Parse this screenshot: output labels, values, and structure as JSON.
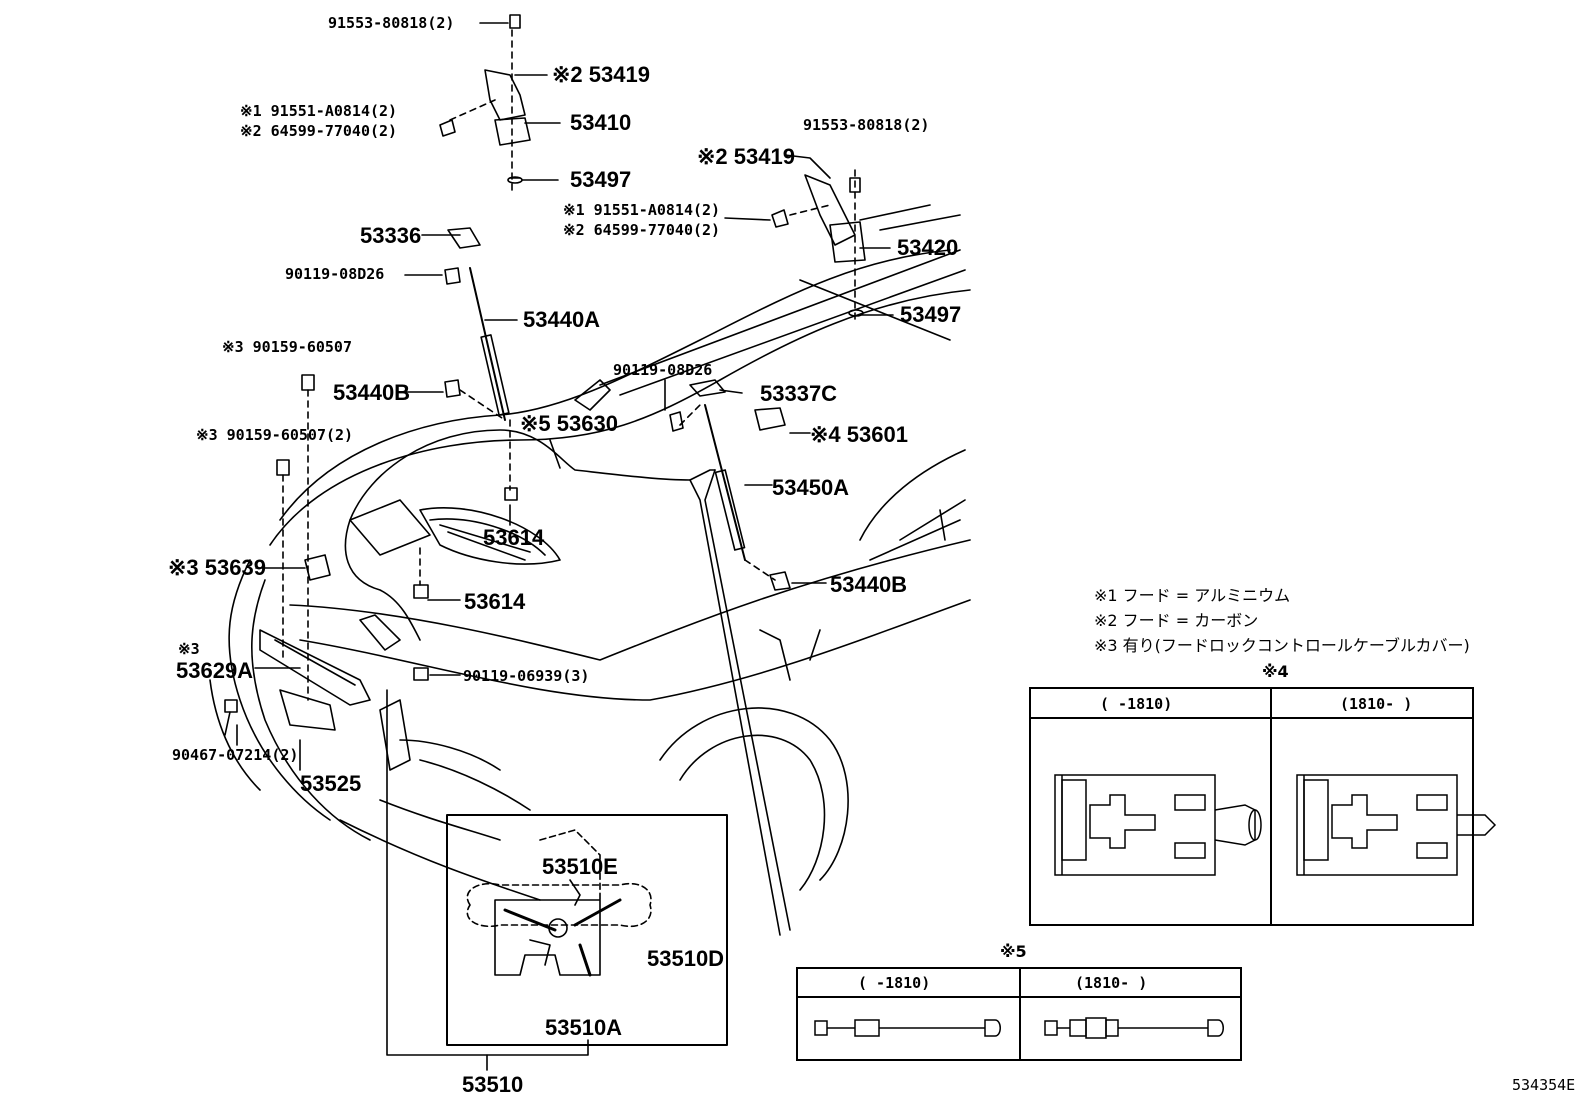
{
  "diagram_id": "534354E",
  "callouts": {
    "c1": "91553-80818(2)",
    "c2": "※2 53419",
    "c3a": "※1 91551-A0814(2)",
    "c3b": "※2 64599-77040(2)",
    "c4": "53410",
    "c5": "53497",
    "c6": "※2 53419",
    "c7": "91553-80818(2)",
    "c8a": "※1 91551-A0814(2)",
    "c8b": "※2 64599-77040(2)",
    "c9": "53420",
    "c10": "53497",
    "c11": "53336",
    "c12": "90119-08D26",
    "c13": "53440A",
    "c14": "※3 90159-60507",
    "c15": "53440B",
    "c16": "※5 53630",
    "c17": "90119-08D26",
    "c18": "53337C",
    "c19": "※4 53601",
    "c20": "※3 90159-60507(2)",
    "c21": "53450A",
    "c22": "53614",
    "c23": "※3 53639",
    "c24": "53614",
    "c25": "53440B",
    "c26a": "※3",
    "c26b": "53629A",
    "c27": "90119-06939(3)",
    "c28": "90467-07214(2)",
    "c29": "53525",
    "c30": "53510E",
    "c31": "53510D",
    "c32": "53510A",
    "c33": "53510"
  },
  "notes": {
    "n1": "※1 フード = アルミニウム",
    "n2": "※2 フード = カーボン",
    "n3": "※3 有り(フードロックコントロールケーブルカバー)"
  },
  "table4": {
    "title": "※4",
    "col1": "(      -1810)",
    "col2": "(1810-      )"
  },
  "table5": {
    "title": "※5",
    "col1": "(      -1810)",
    "col2": "(1810-      )"
  }
}
